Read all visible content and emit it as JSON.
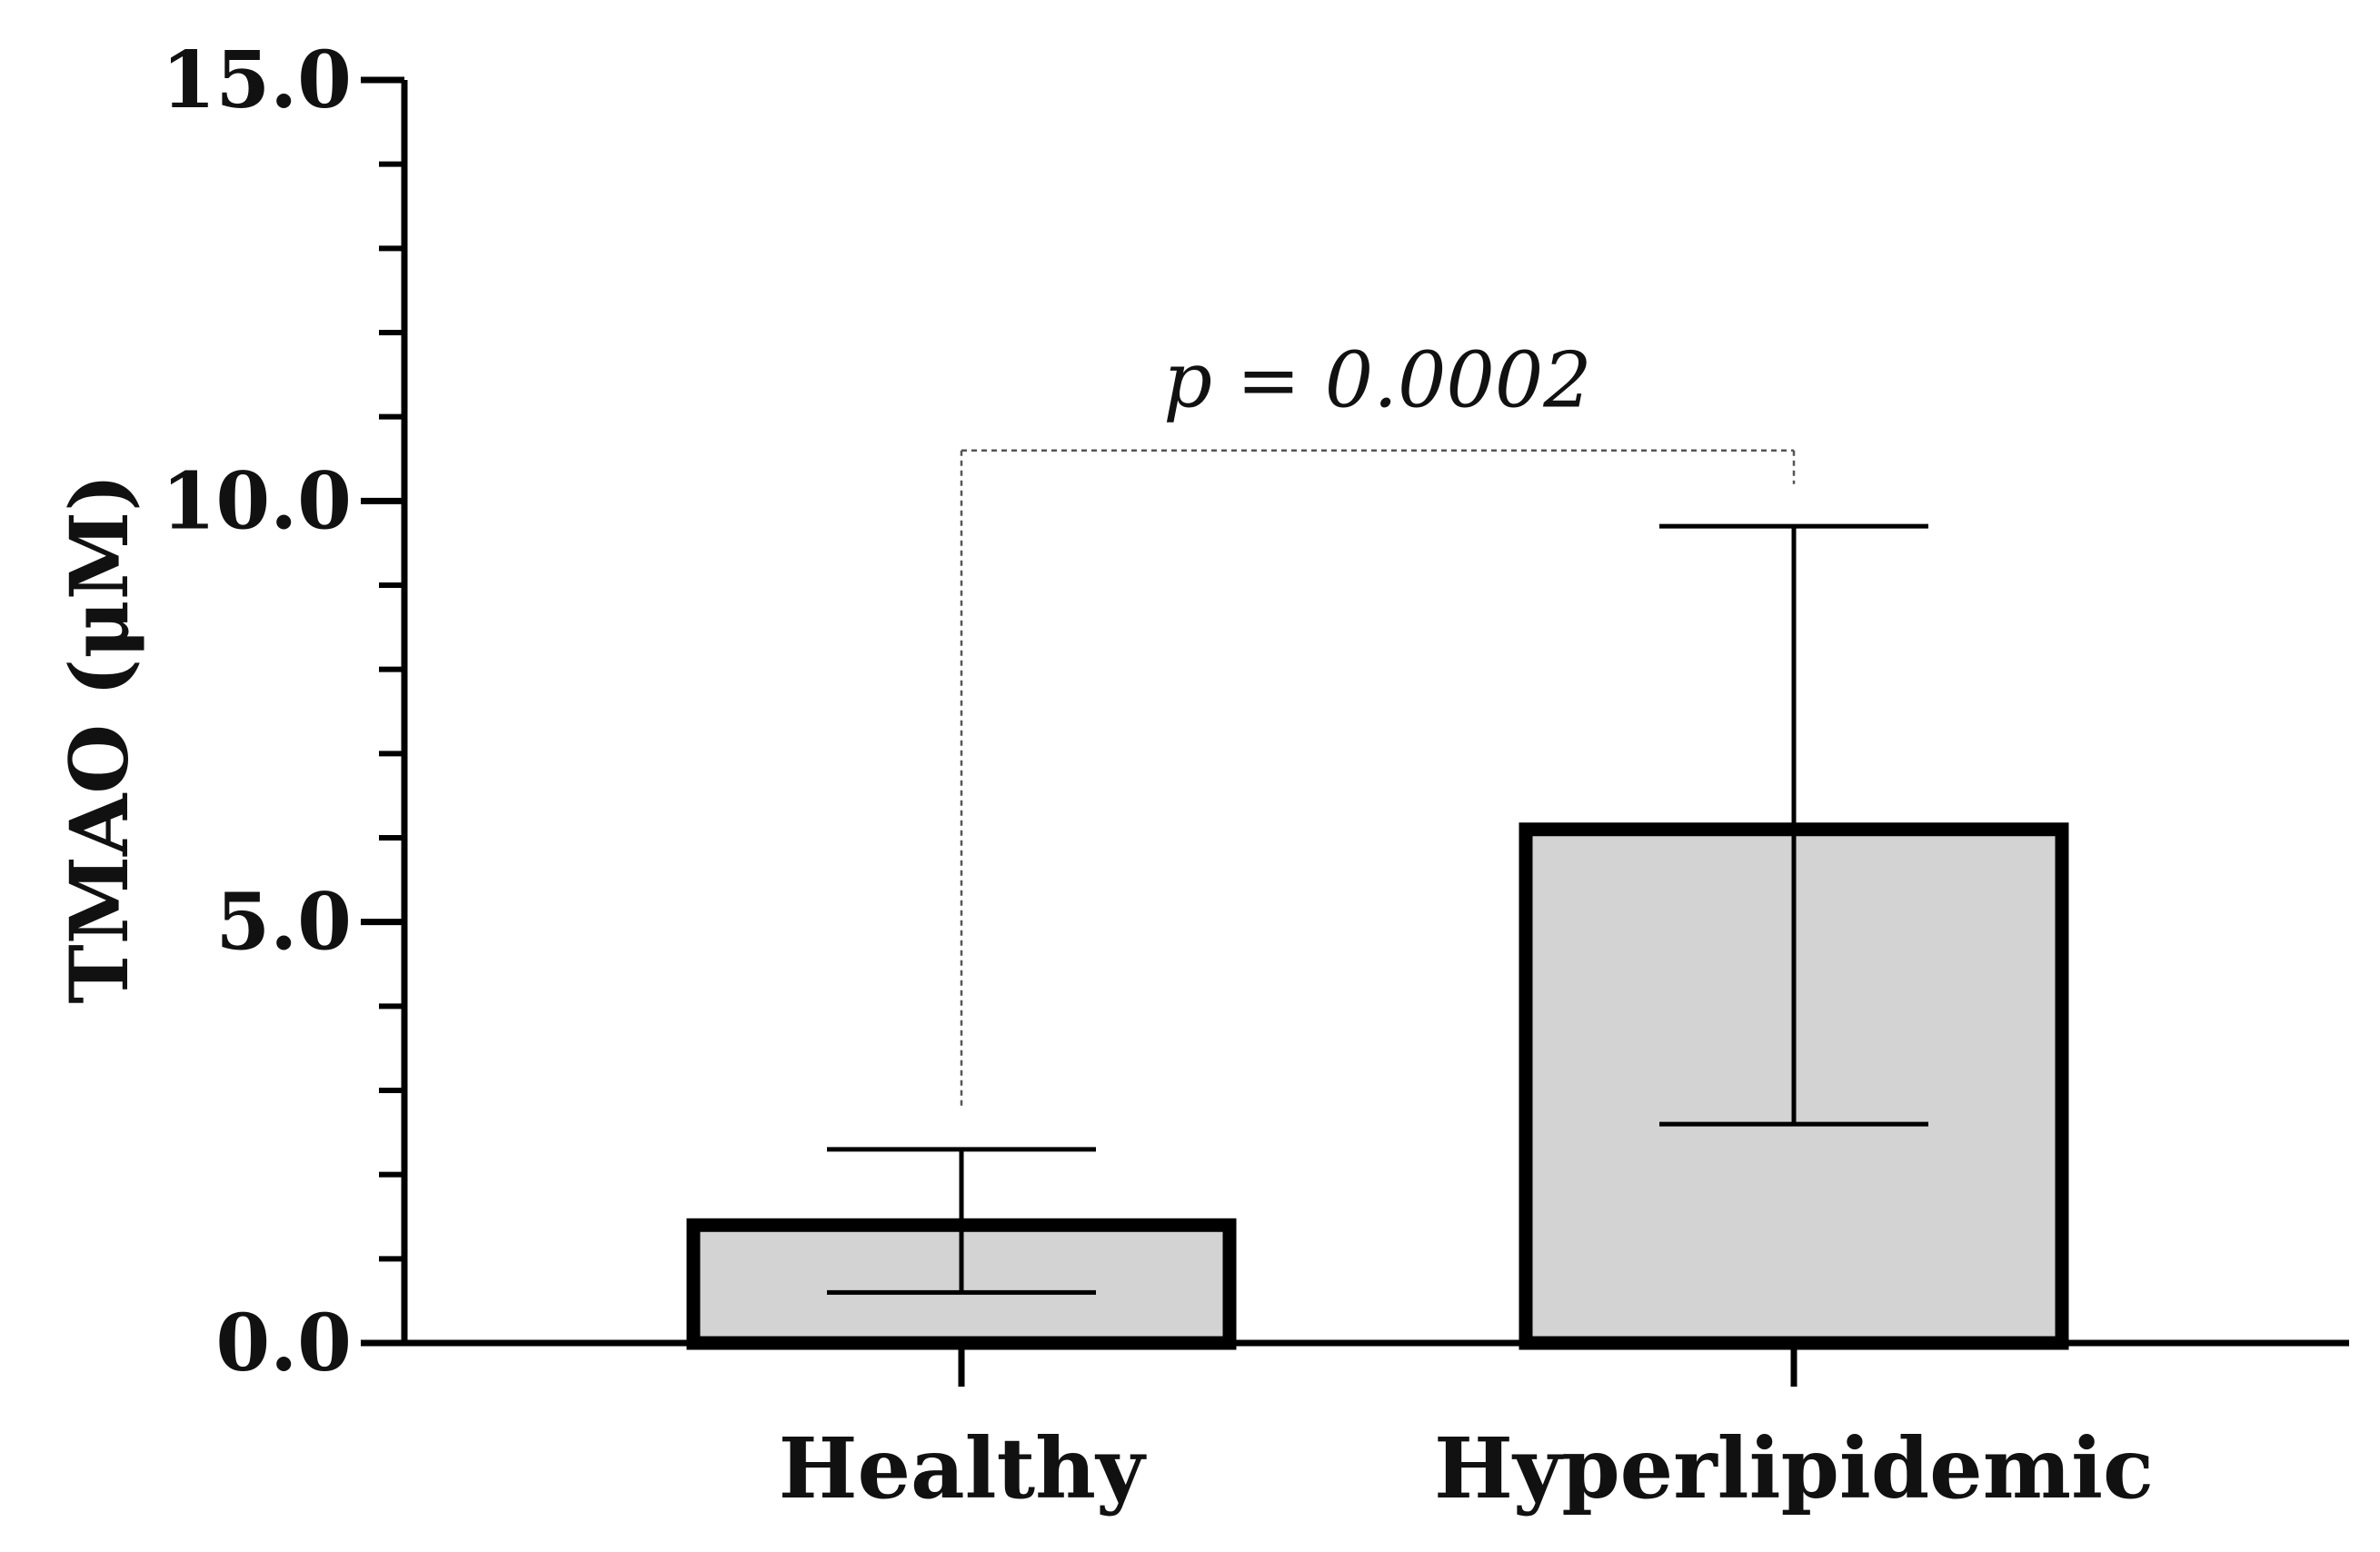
{
  "chart_data": {
    "type": "bar",
    "categories": [
      "Healthy",
      "Hyperlipidemic"
    ],
    "values": [
      1.4,
      6.1
    ],
    "error_upper": [
      2.3,
      9.7
    ],
    "error_lower": [
      0.6,
      2.6
    ],
    "ylabel": "TMAO (μM)",
    "xlabel": "",
    "ylim": [
      0,
      15
    ],
    "yticks": [
      "0.0",
      "5.0",
      "10.0",
      "15.0"
    ],
    "minor_tick_step": 1,
    "grid": false,
    "bar_fill": "#d3d3d3",
    "bar_stroke": "#000000",
    "annotation": {
      "text": "p = 0.0002",
      "between": [
        0,
        1
      ],
      "bracket_level": 10.6,
      "left_drop_to": 2.8,
      "right_drop_to": 10.2
    }
  }
}
